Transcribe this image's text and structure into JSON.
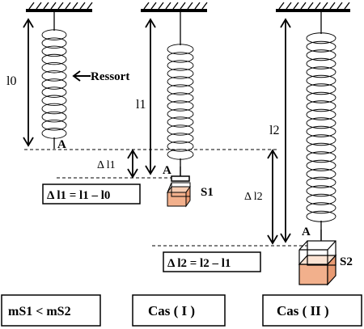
{
  "labels": {
    "l0": "l0",
    "ressort": "Ressort",
    "a_rest": "A",
    "l1": "l1",
    "delta_l1": "Δ l1",
    "a_case1": "A",
    "s1": "S1",
    "eq1": "Δ l1 = l1 – l0",
    "l2": "l2",
    "delta_l2": "Δ l2",
    "a_case2": "A",
    "s2": "S2",
    "eq2": "Δ l2 = l2 – l1",
    "mass_relation": "mS1 < mS2",
    "cas1": "Cas ( I )",
    "cas2": "Cas ( II )"
  },
  "colors": {
    "stroke": "#000000",
    "mass_fill": "#f2b08c",
    "background": "#ffffff"
  }
}
